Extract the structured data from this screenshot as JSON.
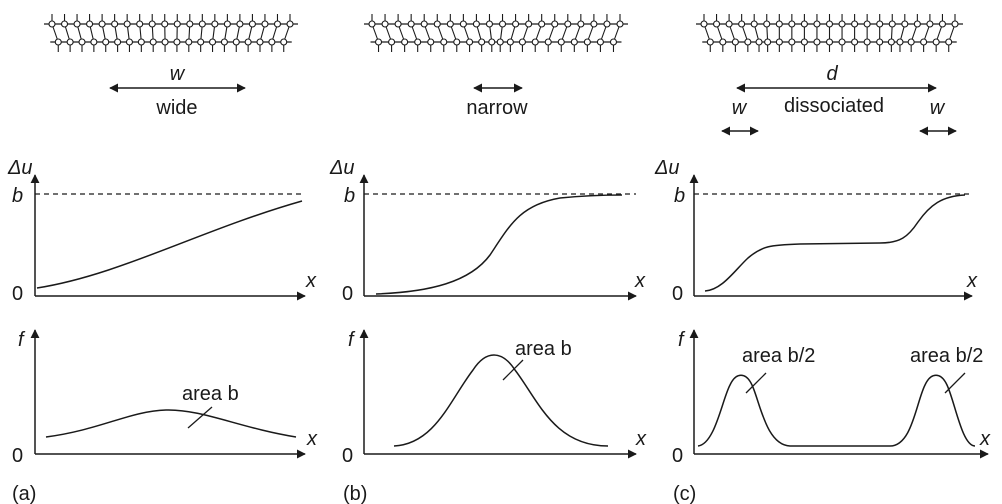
{
  "panels": [
    {
      "id": "a",
      "caption": "(a)",
      "width_symbol": "w",
      "width_label": "wide",
      "axis_top": {
        "y": "Δu",
        "x": "x",
        "level": "b",
        "origin": "0"
      },
      "axis_bottom": {
        "y": "f",
        "x": "x",
        "origin": "0"
      },
      "area_labels": [
        "area b"
      ]
    },
    {
      "id": "b",
      "caption": "(b)",
      "width_label": "narrow",
      "axis_top": {
        "y": "Δu",
        "x": "x",
        "level": "b",
        "origin": "0"
      },
      "axis_bottom": {
        "y": "f",
        "x": "x",
        "origin": "0"
      },
      "area_labels": [
        "area b"
      ]
    },
    {
      "id": "c",
      "caption": "(c)",
      "span_symbol": "d",
      "width_symbol_left": "w",
      "width_symbol_right": "w",
      "width_label": "dissociated",
      "axis_top": {
        "y": "Δu",
        "x": "x",
        "level": "b",
        "origin": "0"
      },
      "axis_bottom": {
        "y": "f",
        "x": "x",
        "origin": "0"
      },
      "area_labels": [
        "area b/2",
        "area b/2"
      ]
    }
  ]
}
